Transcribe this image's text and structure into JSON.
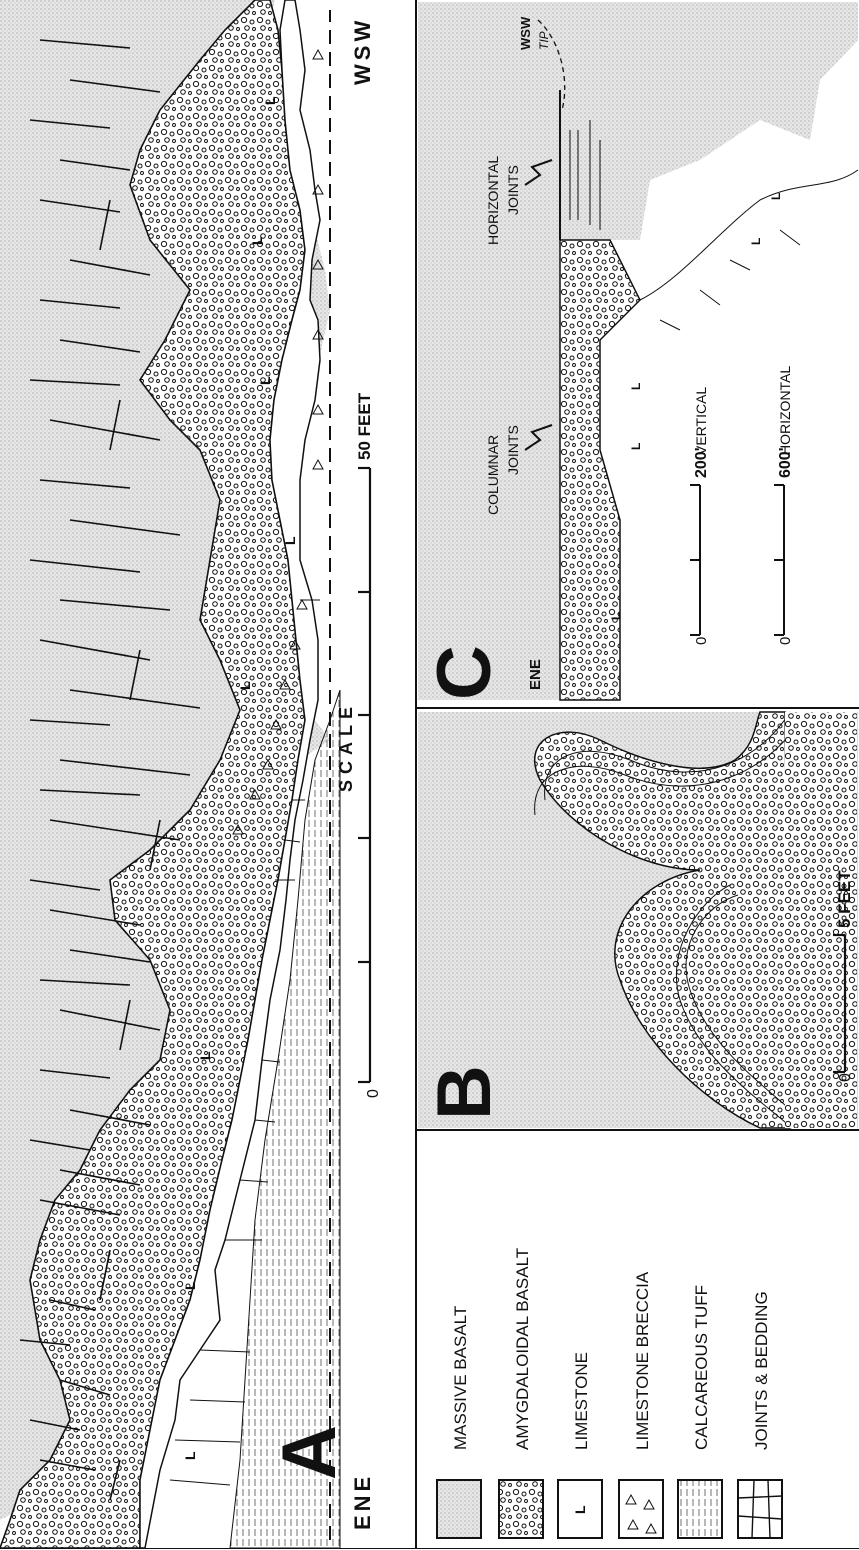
{
  "panel_a": {
    "letter": "A",
    "dir_left": "ENE",
    "dir_right": "WSW",
    "scale_label": "SCALE",
    "scale_zero": "0",
    "scale_max": "50 FEET"
  },
  "panel_b": {
    "letter": "B",
    "scale_zero": "0",
    "scale_max": "5 FEET"
  },
  "panel_c": {
    "letter": "C",
    "dir_left": "ENE",
    "dir_right": "WSW",
    "tip_label": "TIP",
    "columnar_line1": "COLUMNAR",
    "columnar_line2": "JOINTS",
    "horizontal_line1": "HORIZONTAL",
    "horizontal_line2": "JOINTS",
    "vscale_zero": "0",
    "vscale_max": "200'",
    "vscale_label": "VERTICAL",
    "hscale_zero": "0",
    "hscale_max": "600'",
    "hscale_label": "HORIZONTAL"
  },
  "legend": {
    "items": [
      {
        "label": "MASSIVE BASALT",
        "icon": "massive-basalt-pattern"
      },
      {
        "label": "AMYGDALOIDAL BASALT",
        "icon": "amygdaloidal-basalt-pattern"
      },
      {
        "label": "LIMESTONE",
        "icon": "limestone-pattern"
      },
      {
        "label": "LIMESTONE BRECCIA",
        "icon": "limestone-breccia-pattern"
      },
      {
        "label": "CALCAREOUS TUFF",
        "icon": "calcareous-tuff-pattern"
      },
      {
        "label": "JOINTS & BEDDING",
        "icon": "joints-bedding-pattern"
      }
    ]
  },
  "colors": {
    "ink": "#111111",
    "basalt_stipple": "#d4d4d4",
    "paper": "#ffffff"
  }
}
